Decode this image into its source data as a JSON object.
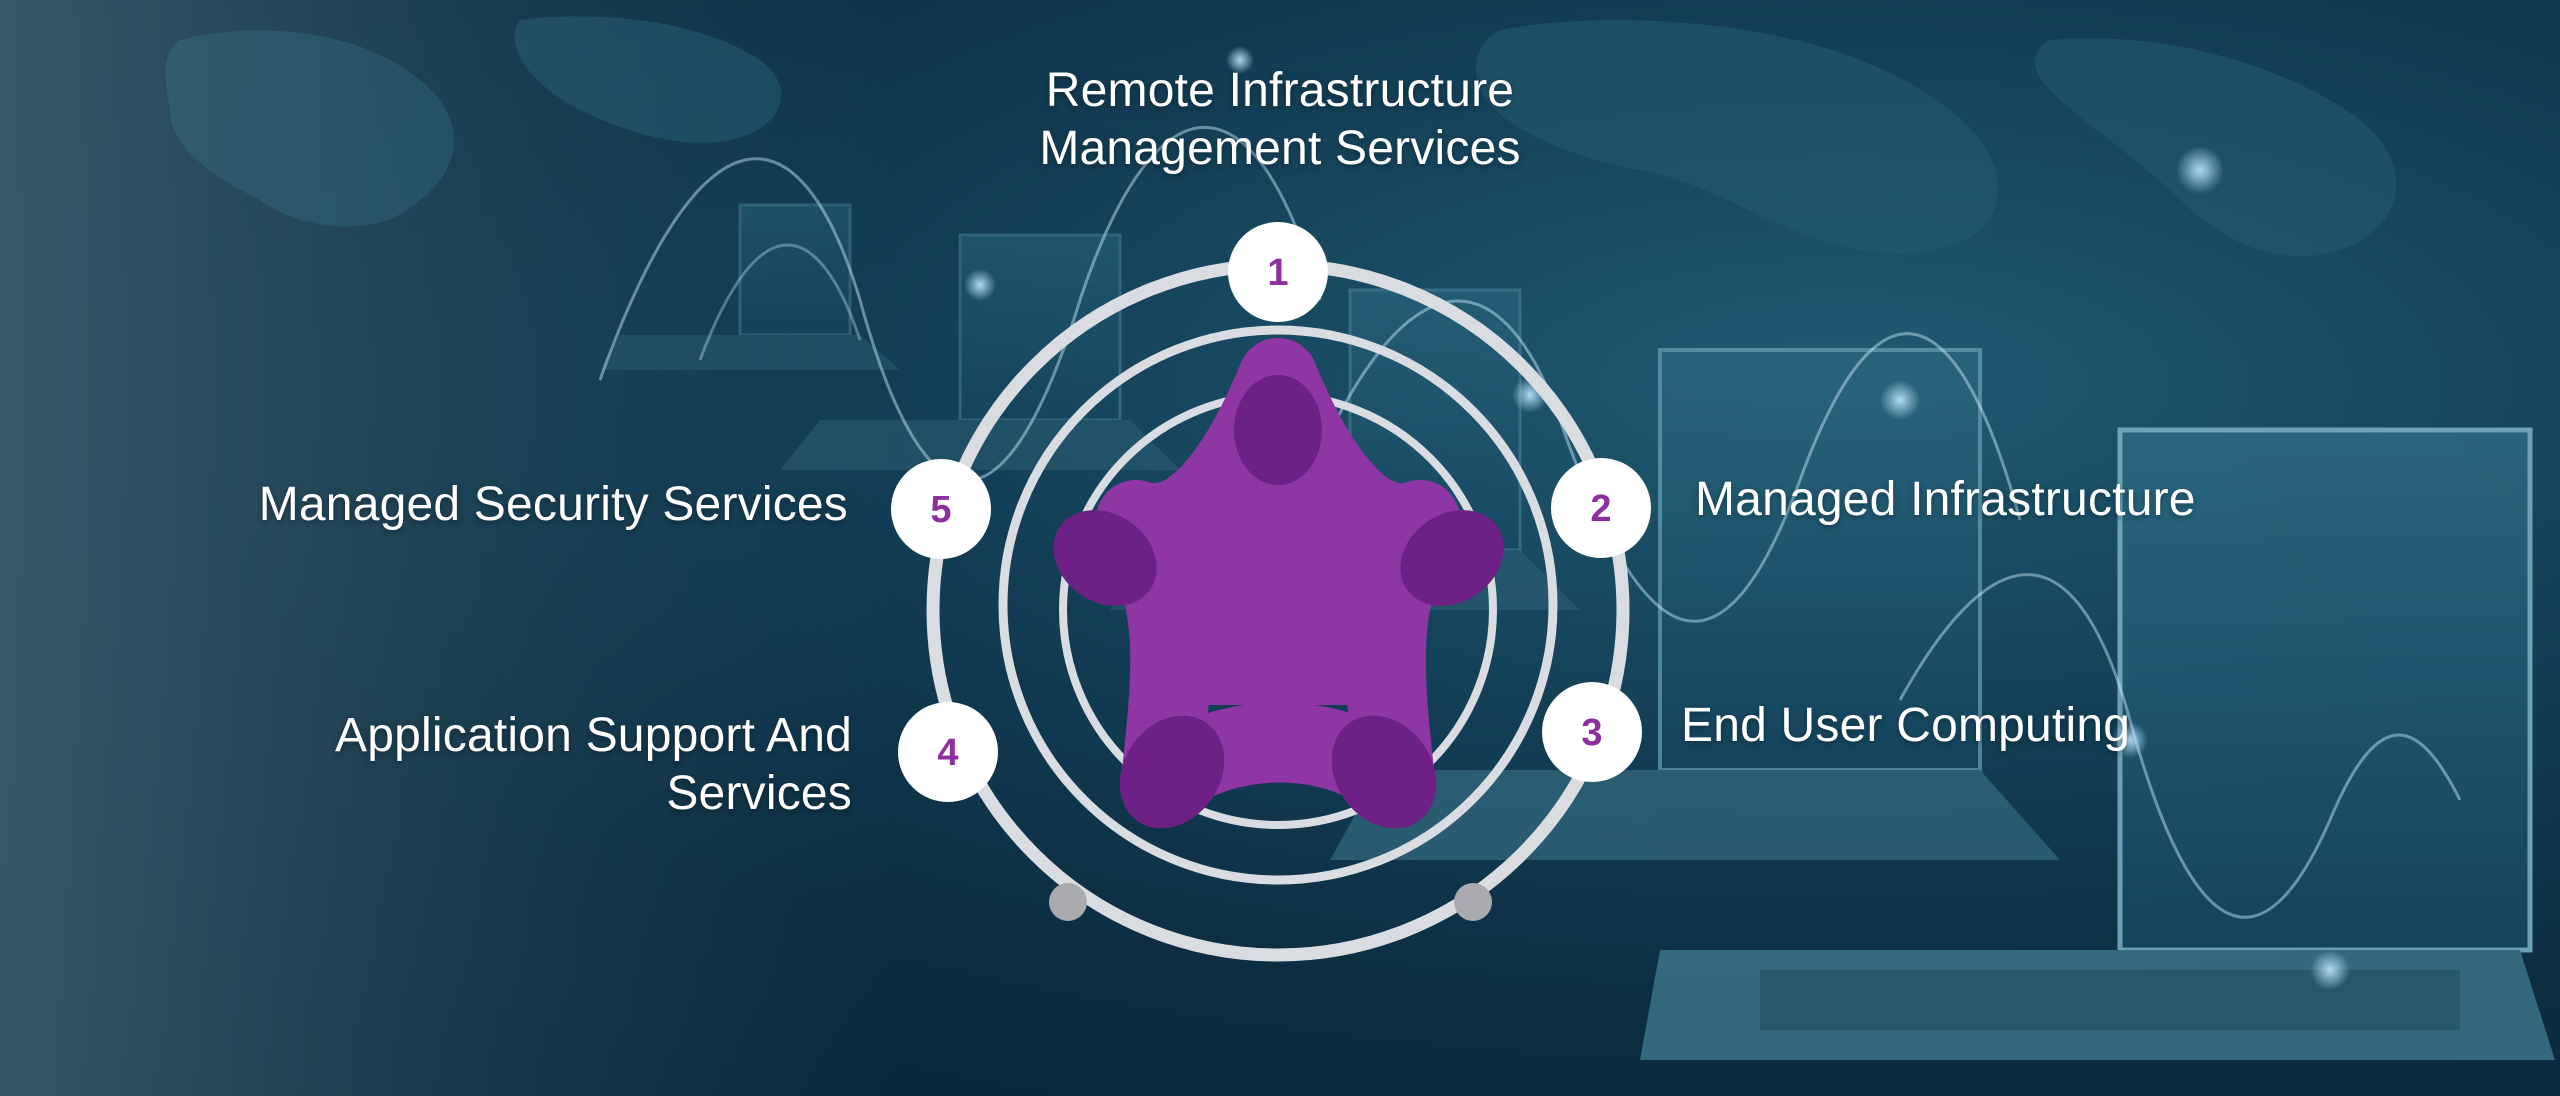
{
  "diagram": {
    "steps": [
      {
        "number": "1",
        "lines": [
          "Remote  Infrastructure",
          "Management  Services"
        ]
      },
      {
        "number": "2",
        "lines": [
          "Managed Infrastructure"
        ]
      },
      {
        "number": "3",
        "lines": [
          "End  User Computing"
        ]
      },
      {
        "number": "4",
        "lines": [
          "Application Support And",
          "Services"
        ]
      },
      {
        "number": "5",
        "lines": [
          "Managed  Security  Services"
        ]
      }
    ]
  },
  "colors": {
    "accent_purple": "#8e2fa0",
    "ring": "#d9dde2",
    "badge": "#ffffff",
    "background_dark": "#0c2c40"
  }
}
